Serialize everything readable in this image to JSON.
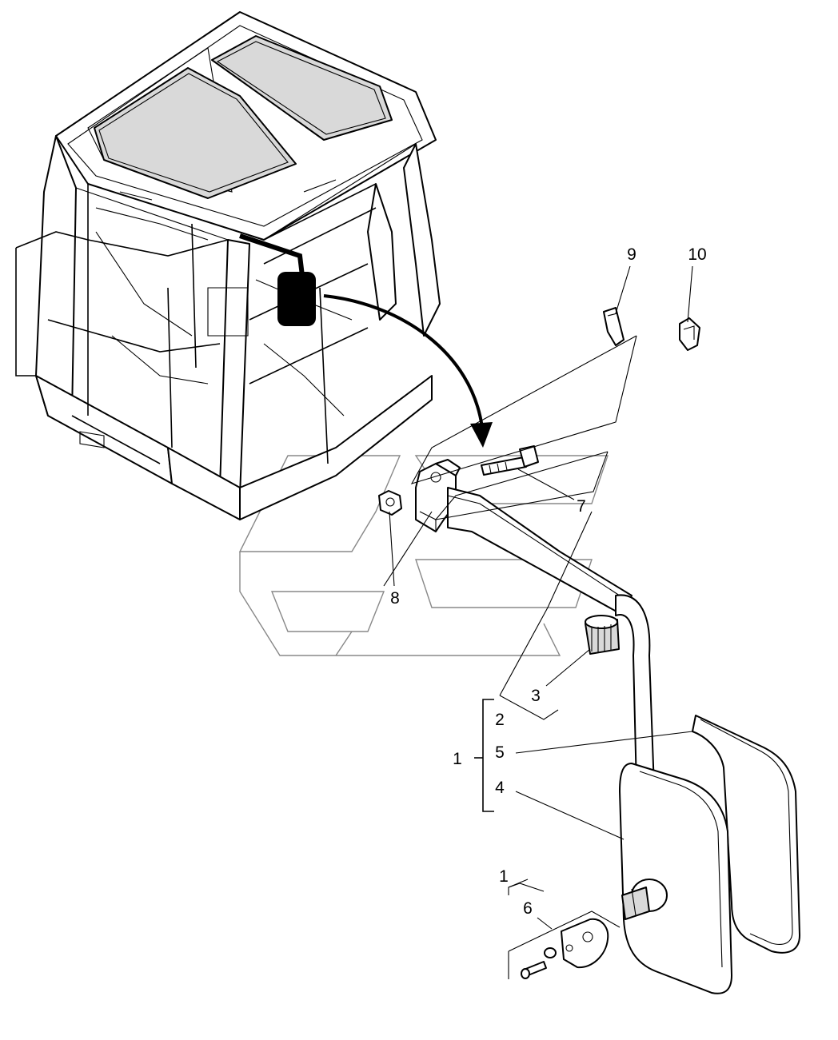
{
  "callouts": {
    "c1_top": "1",
    "c2": "2",
    "c3": "3",
    "c4": "4",
    "c5": "5",
    "c6": "6",
    "c7": "7",
    "c8": "8",
    "c9": "9",
    "c10": "10",
    "c1_bottom": "1"
  },
  "icons": {
    "cab": "tractor-cab-icon",
    "mirror": "rear-view-mirror-icon",
    "arrow": "curved-arrow-icon"
  },
  "colors": {
    "line": "#000000",
    "highlight": "#000000",
    "watermark": "#888888"
  }
}
